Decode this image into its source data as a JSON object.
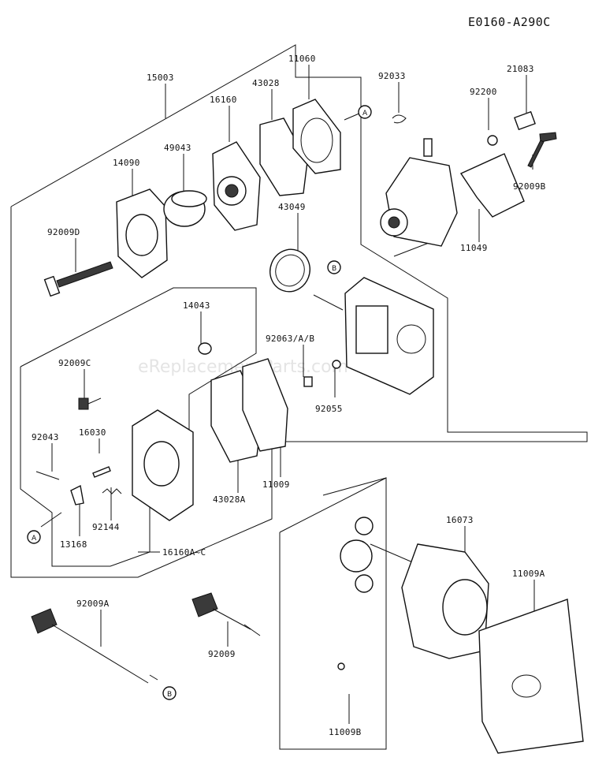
{
  "diagram_code": "E0160-A290C",
  "watermark": "eReplacementParts.com",
  "labels": [
    {
      "key": "15003",
      "text": "15003"
    },
    {
      "key": "11060",
      "text": "11060"
    },
    {
      "key": "43028",
      "text": "43028"
    },
    {
      "key": "16160",
      "text": "16160"
    },
    {
      "key": "49043",
      "text": "49043"
    },
    {
      "key": "14090",
      "text": "14090"
    },
    {
      "key": "92009D",
      "text": "92009D"
    },
    {
      "key": "92033",
      "text": "92033"
    },
    {
      "key": "21083",
      "text": "21083"
    },
    {
      "key": "92200",
      "text": "92200"
    },
    {
      "key": "92009B",
      "text": "92009B"
    },
    {
      "key": "11049",
      "text": "11049"
    },
    {
      "key": "43049",
      "text": "43049"
    },
    {
      "key": "14043",
      "text": "14043"
    },
    {
      "key": "92063AB",
      "text": "92063/A/B"
    },
    {
      "key": "92055",
      "text": "92055"
    },
    {
      "key": "92009C",
      "text": "92009C"
    },
    {
      "key": "92043",
      "text": "92043"
    },
    {
      "key": "16030",
      "text": "16030"
    },
    {
      "key": "92144",
      "text": "92144"
    },
    {
      "key": "13168",
      "text": "13168"
    },
    {
      "key": "16160AC",
      "text": "16160A~C"
    },
    {
      "key": "43028A",
      "text": "43028A"
    },
    {
      "key": "11009",
      "text": "11009"
    },
    {
      "key": "16073",
      "text": "16073"
    },
    {
      "key": "11009A",
      "text": "11009A"
    },
    {
      "key": "92009A",
      "text": "92009A"
    },
    {
      "key": "92009",
      "text": "92009"
    },
    {
      "key": "11009B",
      "text": "11009B"
    }
  ],
  "refs": [
    {
      "key": "A1",
      "text": "A"
    },
    {
      "key": "B1",
      "text": "B"
    },
    {
      "key": "A2",
      "text": "A"
    },
    {
      "key": "B2",
      "text": "B"
    }
  ]
}
